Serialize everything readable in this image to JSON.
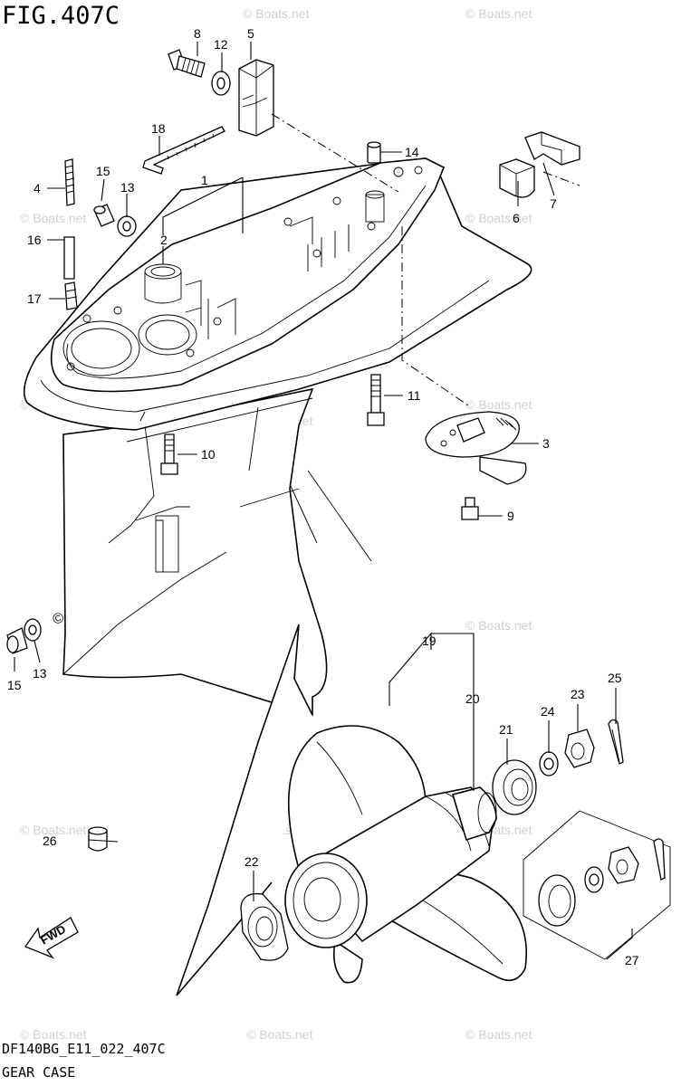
{
  "figure": {
    "title": "FIG.407C",
    "code": "DF140BG_E11_022_407C",
    "name": "GEAR CASE"
  },
  "watermark": "© Boats.net",
  "fwd_label": "FWD",
  "callouts": {
    "c1": "1",
    "c2": "2",
    "c3": "3",
    "c4": "4",
    "c5": "5",
    "c6": "6",
    "c7": "7",
    "c8": "8",
    "c9": "9",
    "c10": "10",
    "c11": "11",
    "c12": "12",
    "c13a": "13",
    "c13b": "13",
    "c14": "14",
    "c15a": "15",
    "c15b": "15",
    "c16": "16",
    "c17": "17",
    "c18": "18",
    "c19": "19",
    "c20": "20",
    "c21": "21",
    "c22": "22",
    "c23": "23",
    "c24": "24",
    "c25": "25",
    "c26": "26",
    "c27": "27"
  }
}
